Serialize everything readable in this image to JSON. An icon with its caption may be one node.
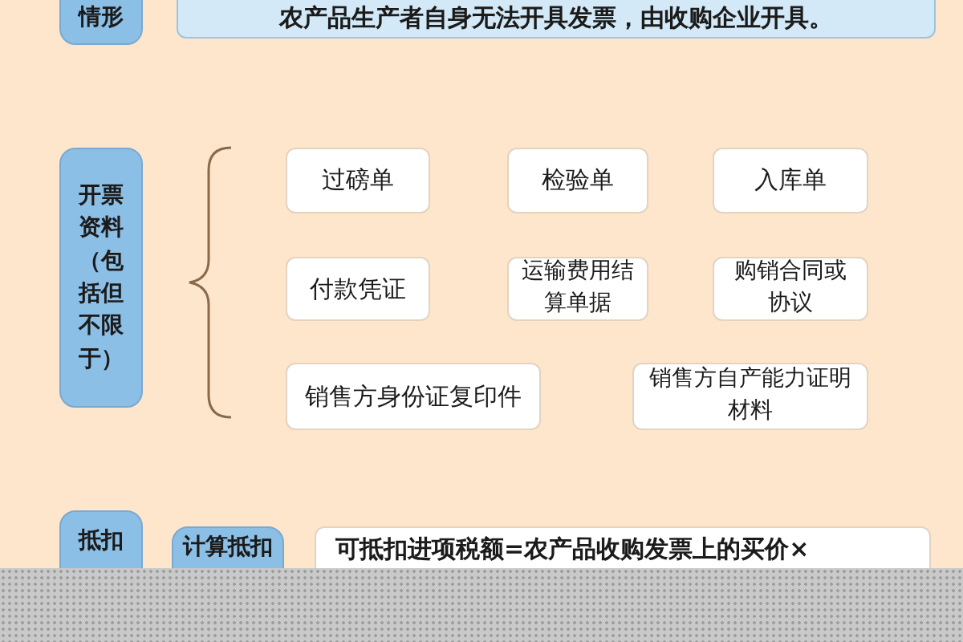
{
  "diagram": {
    "nodes": [
      {
        "text": [
          "情形"
        ]
      },
      {
        "text": [
          "农产品生产者自身无法开具发票，由收购企业开具。"
        ]
      },
      {
        "text": [
          "开票资料（包括但不限于）"
        ]
      },
      {
        "text": [
          "过磅单"
        ]
      },
      {
        "text": [
          "检验单"
        ]
      },
      {
        "text": [
          "入库单"
        ]
      },
      {
        "text": [
          "付款凭证"
        ]
      },
      {
        "text": [
          "运输费用结算单据"
        ]
      },
      {
        "text": [
          "购销合同或协议"
        ]
      },
      {
        "text": [
          "销售方身份证复印件"
        ]
      },
      {
        "text": [
          "销售方自产能力证明材料"
        ]
      },
      {
        "text": [
          "抵扣"
        ]
      },
      {
        "text": [
          "计算抵扣"
        ]
      },
      {
        "text": [
          "可抵扣进项税额=农产品收购发票上的买价×"
        ]
      },
      {
        "text": [],
        "shape": "box"
      }
    ]
  }
}
